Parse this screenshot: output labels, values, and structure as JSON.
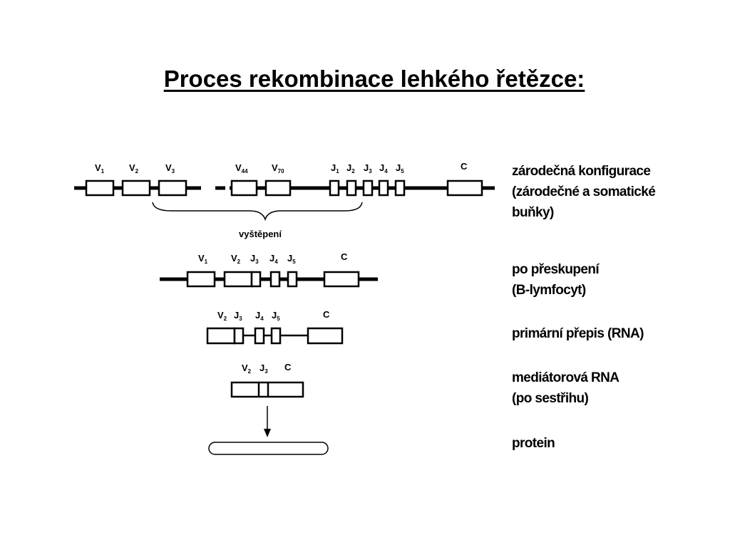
{
  "title": "Proces rekombinace lehkého řetězce:",
  "row1": {
    "labels": [
      {
        "base": "V",
        "sub": "1"
      },
      {
        "base": "V",
        "sub": "2"
      },
      {
        "base": "V",
        "sub": "3"
      },
      {
        "base": "V",
        "sub": "44"
      },
      {
        "base": "V",
        "sub": "70"
      },
      {
        "base": "J",
        "sub": "1"
      },
      {
        "base": "J",
        "sub": "2"
      },
      {
        "base": "J",
        "sub": "3"
      },
      {
        "base": "J",
        "sub": "4"
      },
      {
        "base": "J",
        "sub": "5"
      },
      {
        "base": "C",
        "sub": ""
      }
    ],
    "brace_label": "vyštěpení",
    "description": [
      "zárodečná konfigurace",
      "(zárodečné a somatické",
      "buňky)"
    ]
  },
  "row2": {
    "labels": [
      {
        "base": "V",
        "sub": "1"
      },
      {
        "base": "V",
        "sub": "2"
      },
      {
        "base": "J",
        "sub": "3"
      },
      {
        "base": "J",
        "sub": "4"
      },
      {
        "base": "J",
        "sub": "5"
      },
      {
        "base": "C",
        "sub": ""
      }
    ],
    "description": [
      "po přeskupení",
      "(B-lymfocyt)"
    ]
  },
  "row3": {
    "labels": [
      {
        "base": "V",
        "sub": "2"
      },
      {
        "base": "J",
        "sub": "3"
      },
      {
        "base": "J",
        "sub": "4"
      },
      {
        "base": "J",
        "sub": "5"
      },
      {
        "base": "C",
        "sub": ""
      }
    ],
    "description": [
      "primární přepis (RNA)"
    ]
  },
  "row4": {
    "labels": [
      {
        "base": "V",
        "sub": "2"
      },
      {
        "base": "J",
        "sub": "3"
      },
      {
        "base": "C",
        "sub": ""
      }
    ],
    "description": [
      "mediátorová RNA",
      "(po sestřihu)"
    ]
  },
  "row5": {
    "description": [
      "protein"
    ]
  }
}
